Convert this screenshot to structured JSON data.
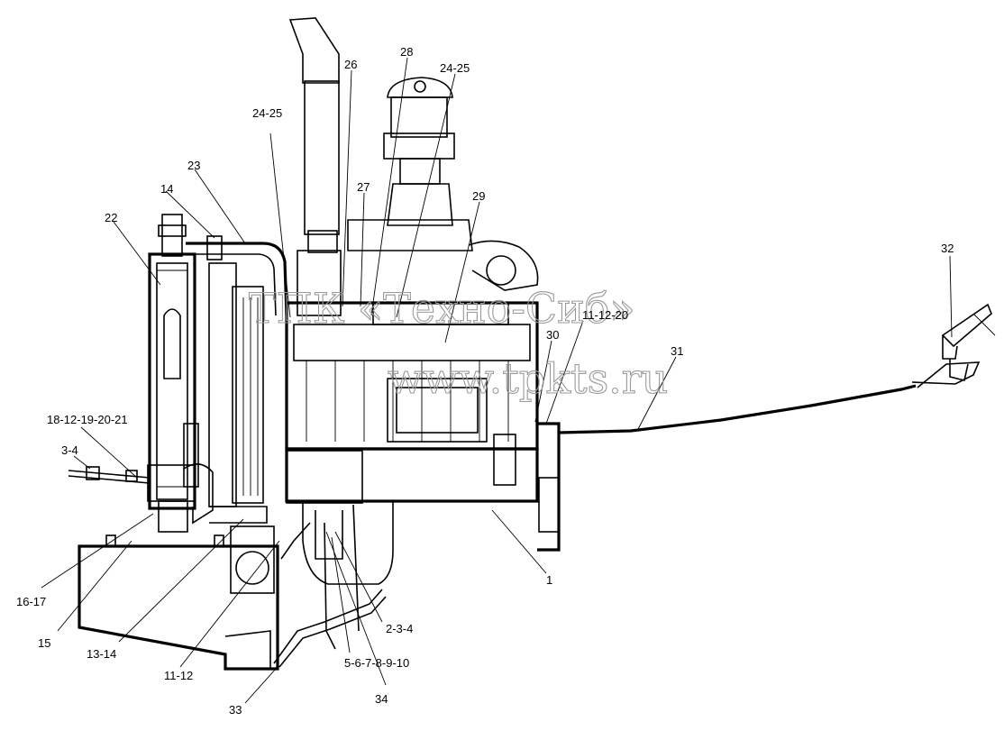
{
  "watermark": {
    "line1": "ТПК «Техно-Сиб»",
    "line2": "www.tpkts.ru"
  },
  "callouts": {
    "c1": "1",
    "c2_3_4": "2-3-4",
    "c3_4": "3-4",
    "c5_10": "5-6-7-8-9-10",
    "c11_12": "11-12",
    "c11_12_20": "11-12-20",
    "c13_14": "13-14",
    "c14": "14",
    "c15": "15",
    "c16_17": "16-17",
    "c18_21": "18-12-19-20-21",
    "c22": "22",
    "c23": "23",
    "c24_25_left": "24-25",
    "c24_25_top": "24-25",
    "c26": "26",
    "c27": "27",
    "c28": "28",
    "c29": "29",
    "c30": "30",
    "c31": "31",
    "c32": "32",
    "c33": "33",
    "c34": "34"
  }
}
